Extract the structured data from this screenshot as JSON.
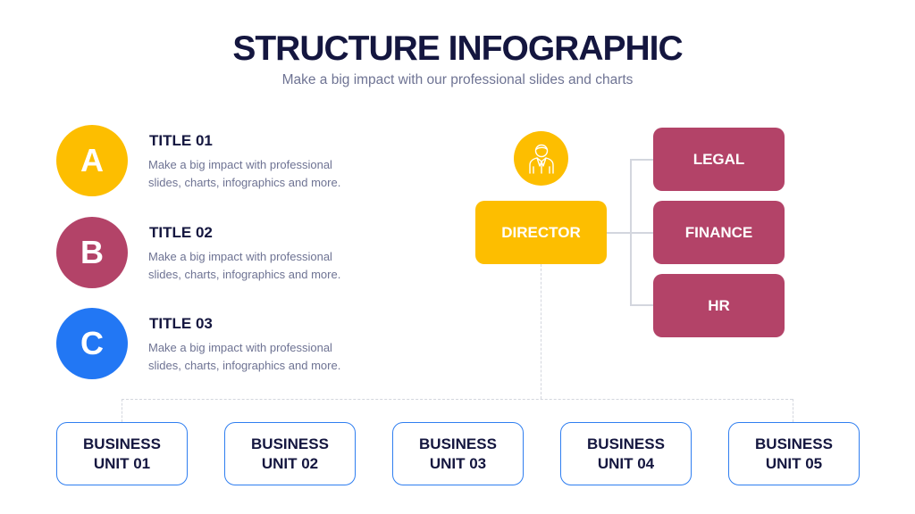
{
  "header": {
    "title": "STRUCTURE INFOGRAPHIC",
    "subtitle": "Make a big impact with our professional slides and charts"
  },
  "colors": {
    "navy": "#14163f",
    "yellow": "#fdbe00",
    "magenta": "#b34368",
    "blue": "#2277f4",
    "unit_border": "#2f7ef0",
    "connector": "#d3d6de",
    "gray_text": "#6e7393"
  },
  "items": [
    {
      "letter": "A",
      "title": "TITLE 01",
      "desc_line1": "Make a big impact with professional",
      "desc_line2": "slides, charts, infographics and more.",
      "color": "#fdbe00"
    },
    {
      "letter": "B",
      "title": "TITLE 02",
      "desc_line1": "Make a big impact with professional",
      "desc_line2": "slides, charts, infographics and more.",
      "color": "#b34368"
    },
    {
      "letter": "C",
      "title": "TITLE 03",
      "desc_line1": "Make a big impact with professional",
      "desc_line2": "slides, charts, infographics and more.",
      "color": "#2277f4"
    }
  ],
  "org": {
    "icon": "person-icon",
    "director": "DIRECTOR",
    "departments": [
      "LEGAL",
      "FINANCE",
      "HR"
    ],
    "units": [
      {
        "line1": "BUSINESS",
        "line2": "UNIT 01"
      },
      {
        "line1": "BUSINESS",
        "line2": "UNIT 02"
      },
      {
        "line1": "BUSINESS",
        "line2": "UNIT 03"
      },
      {
        "line1": "BUSINESS",
        "line2": "UNIT 04"
      },
      {
        "line1": "BUSINESS",
        "line2": "UNIT 05"
      }
    ]
  }
}
